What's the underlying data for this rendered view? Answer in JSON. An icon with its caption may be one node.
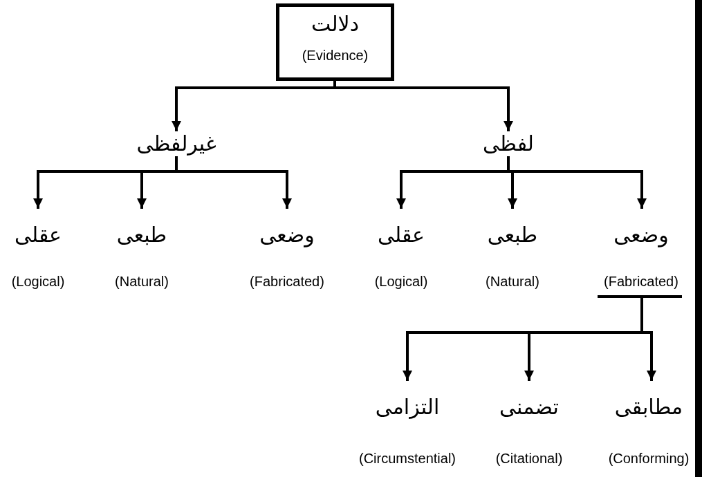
{
  "diagram": {
    "nodes": [
      {
        "text": [
          "دلالت",
          "(Evidence)"
        ]
      },
      {
        "text": [
          "غیرلفظی"
        ]
      },
      {
        "text": [
          "لفظی"
        ]
      },
      {
        "text": [
          "عقلی",
          "(Logical)"
        ]
      },
      {
        "text": [
          "طبعی",
          "(Natural)"
        ]
      },
      {
        "text": [
          "وضعی",
          "(Fabricated)"
        ]
      },
      {
        "text": [
          "عقلی",
          "(Logical)"
        ]
      },
      {
        "text": [
          "طبعی",
          "(Natural)"
        ]
      },
      {
        "text": [
          "وضعی",
          "(Fabricated)"
        ]
      },
      {
        "text": [
          "التزامی",
          "(Circumstential)"
        ]
      },
      {
        "text": [
          "تضمنی",
          "(Citational)"
        ]
      },
      {
        "text": [
          "مطابقی",
          "(Conforming)"
        ]
      }
    ],
    "edges": [
      {
        "from": 0,
        "to": 1,
        "arrow": "to"
      },
      {
        "from": 0,
        "to": 2,
        "arrow": "to"
      },
      {
        "from": 1,
        "to": 3,
        "arrow": "to"
      },
      {
        "from": 1,
        "to": 4,
        "arrow": "to"
      },
      {
        "from": 1,
        "to": 5,
        "arrow": "to"
      },
      {
        "from": 2,
        "to": 6,
        "arrow": "to"
      },
      {
        "from": 2,
        "to": 7,
        "arrow": "to"
      },
      {
        "from": 2,
        "to": 8,
        "arrow": "to"
      },
      {
        "from": 8,
        "to": 9,
        "arrow": "to"
      },
      {
        "from": 8,
        "to": 10,
        "arrow": "to"
      },
      {
        "from": 8,
        "to": 11,
        "arrow": "to"
      }
    ]
  }
}
